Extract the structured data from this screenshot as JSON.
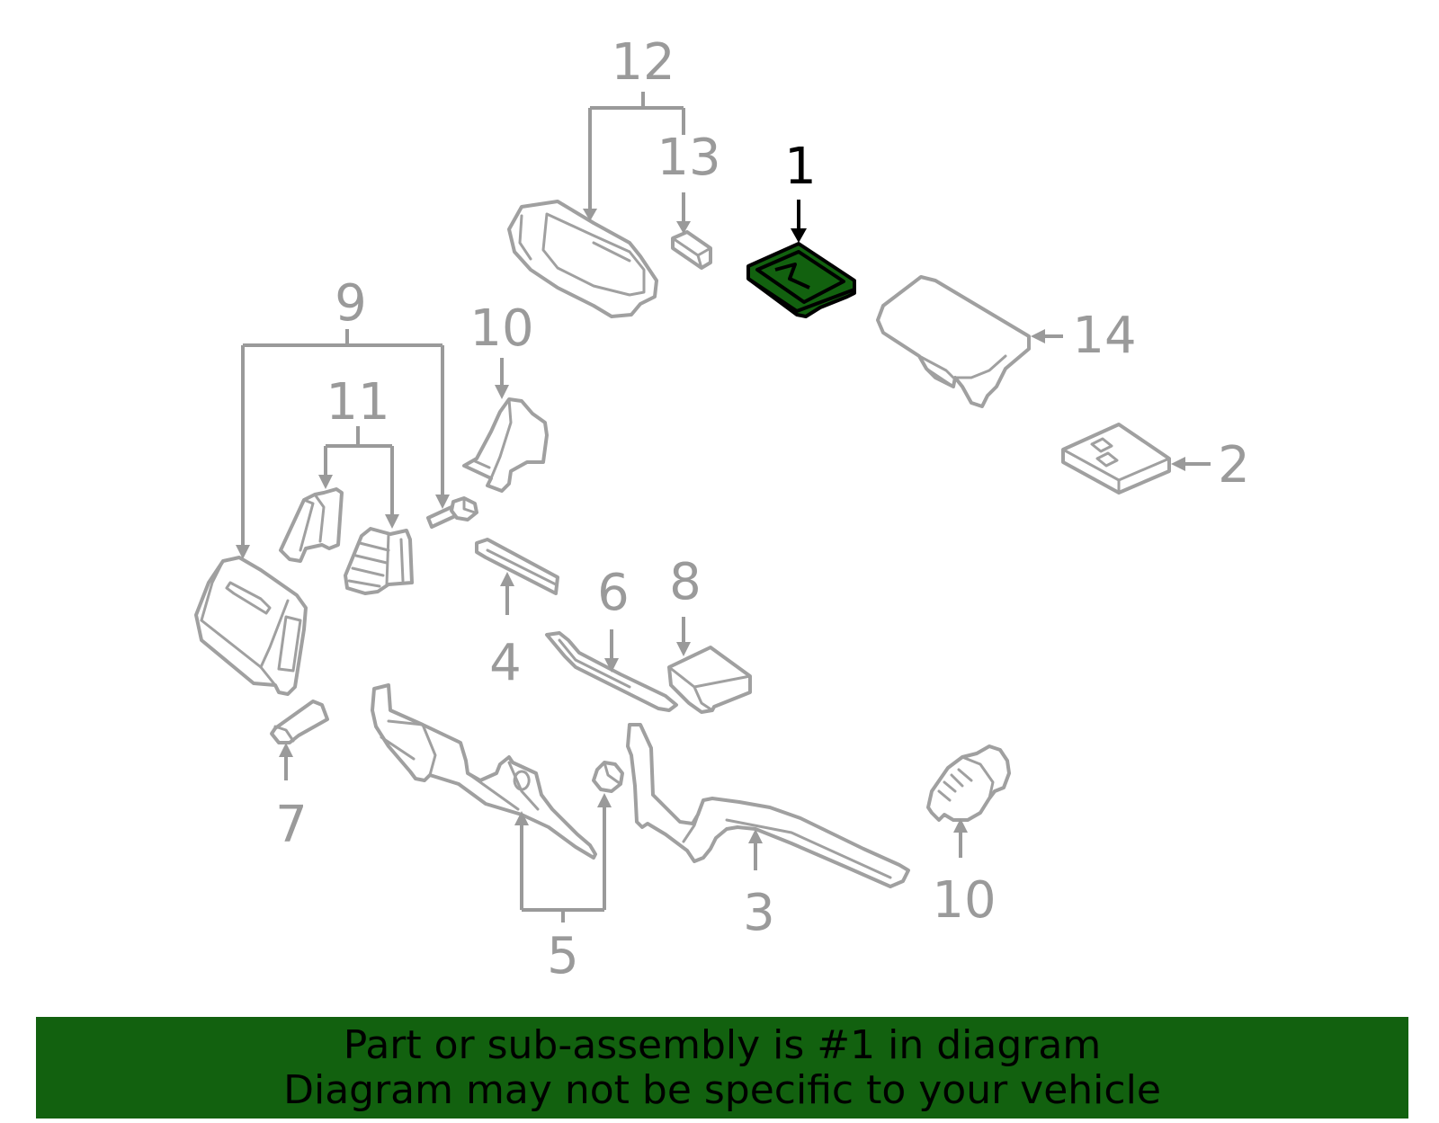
{
  "diagram": {
    "labels": {
      "p1": "1",
      "p2": "2",
      "p3": "3",
      "p4": "4",
      "p5": "5",
      "p6": "6",
      "p7": "7",
      "p8": "8",
      "p9": "9",
      "p10a": "10",
      "p10b": "10",
      "p11": "11",
      "p12": "12",
      "p13": "13",
      "p14": "14"
    },
    "highlight_part": "1",
    "colors": {
      "outline": "#a0a0a0",
      "label": "#9a9a9a",
      "highlight_fill": "#12610f",
      "highlight_stroke": "#000000",
      "banner": "#12610f"
    }
  },
  "banner": {
    "line1": "Part or sub-assembly is #1 in diagram",
    "line2": "Diagram may not be specific to your vehicle"
  }
}
